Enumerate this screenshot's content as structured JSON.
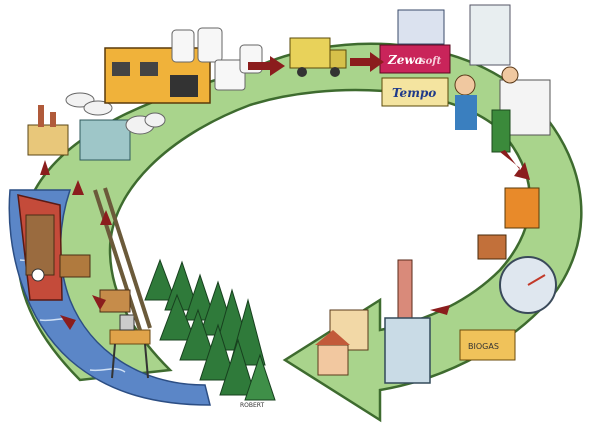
{
  "products": {
    "brand_zewa": "Zewa",
    "brand_tempo": "Tempo",
    "brand_softis": "soft"
  },
  "labels": {
    "biogas": "BIOGAS",
    "signature": "ROBERT"
  },
  "colors": {
    "path_green": "#a9d48c",
    "path_edge": "#3e6b2f",
    "arrow_red": "#8b1d1d",
    "water_blue": "#5b86c7",
    "forest_green": "#2f7a3a"
  }
}
